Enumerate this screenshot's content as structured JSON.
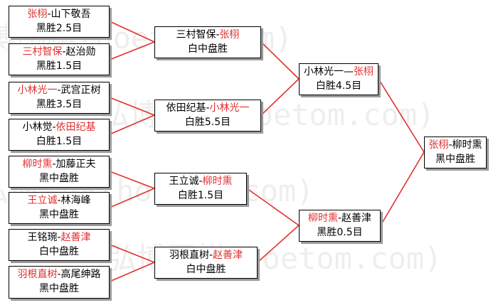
{
  "watermark_text": "弘博围棋(hoetom.com)",
  "round1": [
    {
      "a": "张栩",
      "sep": "-",
      "b": "山下敬吾",
      "result": "黑胜2.5目"
    },
    {
      "a": "三村智保",
      "sep": "-",
      "b": "赵治勋",
      "result": "黑胜1.5目"
    },
    {
      "a": "小林光一",
      "sep": "-",
      "b": "武宫正树",
      "result": "黑胜3.5目"
    },
    {
      "a": "小林觉",
      "sep": "-",
      "b": "依田纪基",
      "result": "白胜1.5目"
    },
    {
      "a": "柳时熏",
      "sep": "-",
      "b": "加藤正夫",
      "result": "黑中盘胜"
    },
    {
      "a": "王立诚",
      "sep": "-",
      "b": "林海峰",
      "result": "黑中盘胜"
    },
    {
      "a": "王铭琬",
      "sep": "-",
      "b": "赵善津",
      "result": "白中盘胜"
    },
    {
      "a": "羽根直树",
      "sep": "-",
      "b": "高尾绅路",
      "result": "黑中盘胜"
    }
  ],
  "round2": [
    {
      "a": "三村智保",
      "sep": "-",
      "b": "张栩",
      "result": "白中盘胜"
    },
    {
      "a": "依田纪基",
      "sep": "-",
      "b": "小林光一",
      "result": "白胜5.5目"
    },
    {
      "a": "王立诚",
      "sep": "-",
      "b": "柳时熏",
      "result": "白胜1.5目"
    },
    {
      "a": "羽根直树",
      "sep": "-",
      "b": "赵善津",
      "result": "白中盘胜"
    }
  ],
  "round3": [
    {
      "a": "小林光一",
      "sep": "—",
      "b": "张栩",
      "result": "白胜4.5目"
    },
    {
      "a": "柳时熏",
      "sep": "-",
      "b": "赵善津",
      "result": "黑胜0.5目"
    }
  ],
  "final": {
    "a": "张栩",
    "sep": "-",
    "b": "柳时熏",
    "result": "黑中盘胜"
  },
  "colors": {
    "winner": "#e03030",
    "connector": "#e03030",
    "box_border": "#000000",
    "shadow": "#9a9a9a"
  }
}
